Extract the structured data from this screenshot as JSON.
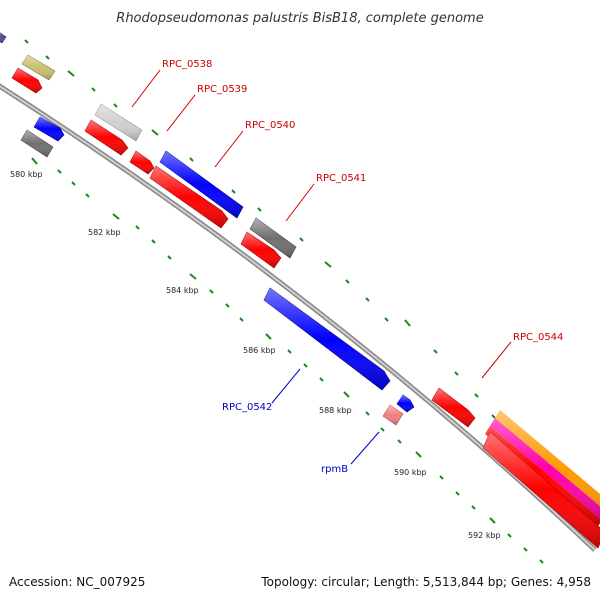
{
  "title": "Rhodopseudomonas palustris BisB18, complete genome",
  "footer": {
    "accession": "Accession: NC_007925",
    "summary": "Topology: circular; Length: 5,513,844 bp; Genes: 4,958"
  },
  "ticks": [
    "580 kbp",
    "582 kbp",
    "584 kbp",
    "586 kbp",
    "588 kbp",
    "590 kbp",
    "592 kbp"
  ],
  "labels": {
    "rpc0538": "RPC_0538",
    "rpc0539": "RPC_0539",
    "rpc0540": "RPC_0540",
    "rpc0541": "RPC_0541",
    "rpc0544": "RPC_0544",
    "rpc0542": "RPC_0542",
    "rpmB": "rpmB"
  },
  "colors": {
    "red": "#ff0000",
    "blue": "#0000ff",
    "gray": "#707070",
    "light_gray": "#d0d0d0",
    "olive": "#c8c070",
    "purple": "#5a4a9a",
    "pink": "#f08080",
    "orange": "#ff9900",
    "magenta": "#ff00aa",
    "tick_green": "#1a8a1a",
    "red_label": "#cc0000",
    "blue_label": "#0000cc"
  }
}
